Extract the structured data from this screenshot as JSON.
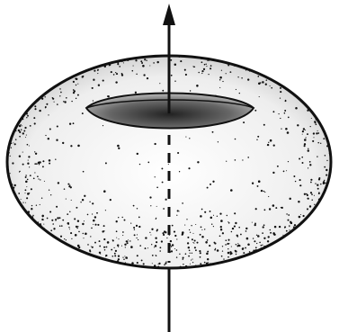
{
  "figure": {
    "subject": "torus",
    "shading": "stippled",
    "axis": "vertical-arrow",
    "colors": {
      "background": "#ffffff",
      "ink": "#111111"
    }
  }
}
